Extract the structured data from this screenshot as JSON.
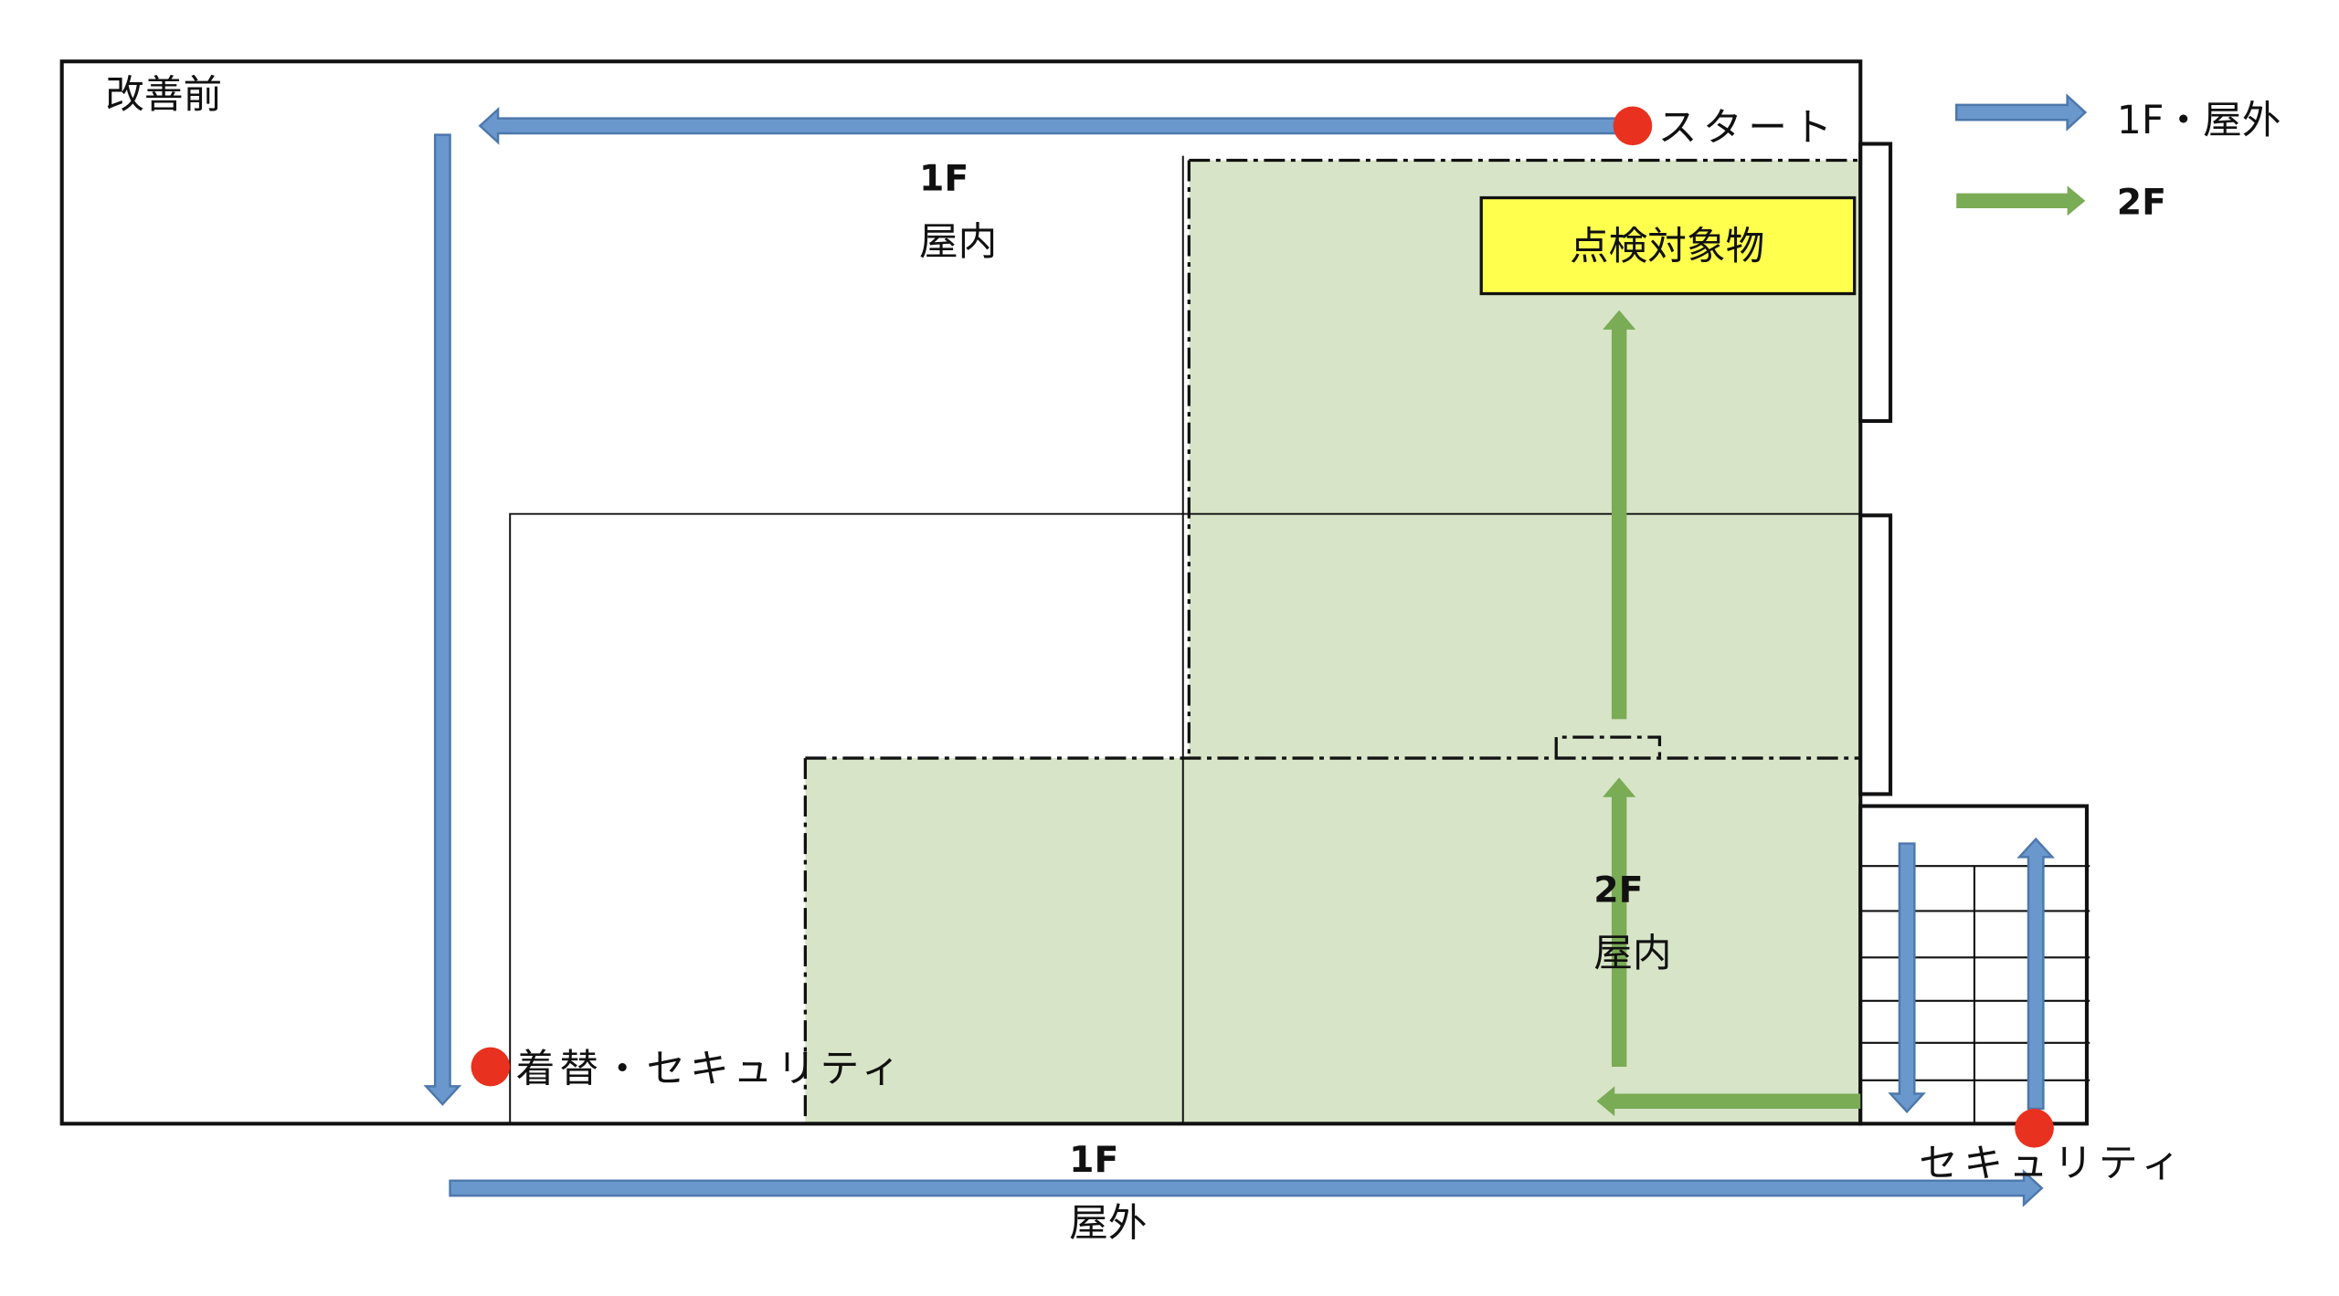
{
  "title": "改善前",
  "labels": {
    "start": "スタート",
    "floor1_indoor_floor": "1F",
    "floor1_indoor": "屋内",
    "target": "点検対象物",
    "floor2_indoor_floor": "2F",
    "floor2_indoor": "屋内",
    "changing_security": "着替・セキュリティ",
    "floor1_outdoor_floor": "1F",
    "floor1_outdoor": "屋外",
    "security": "セキュリティ"
  },
  "legend": [
    {
      "label": "1F・屋外",
      "color": "#6a98cc"
    },
    {
      "label": "2F",
      "color": "#7aab55"
    }
  ],
  "colors": {
    "blue_arrow": "#6a98cc",
    "blue_arrow_edge": "#4d78ac",
    "green_arrow": "#7aab55",
    "green_area": "#d7e4c7",
    "target_box": "#ffff4d",
    "marker": "#e8321f"
  }
}
